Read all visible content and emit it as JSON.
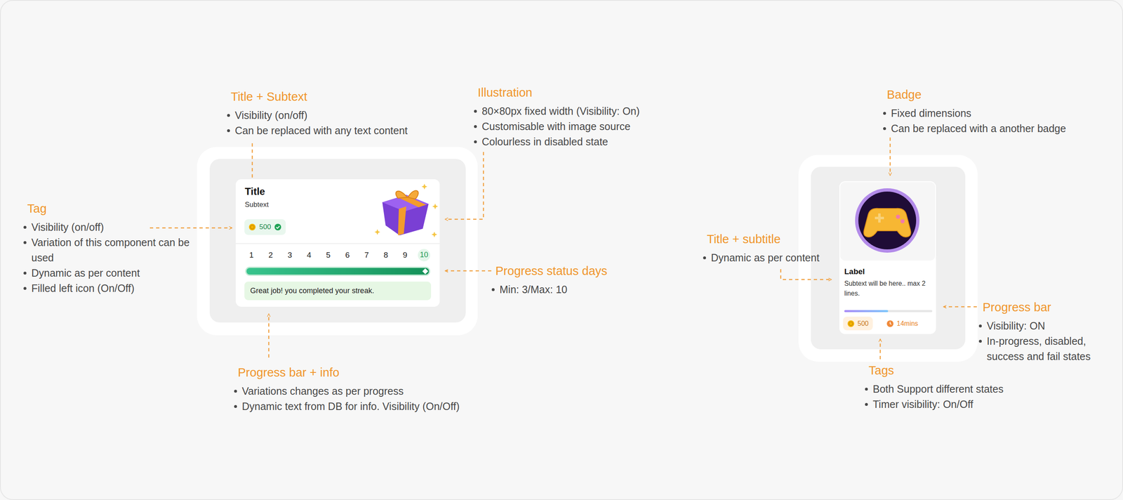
{
  "diagram": {
    "nodes": [
      {
        "text": [
          "Title",
          "Subtext"
        ]
      },
      {
        "text": [
          "500"
        ],
        "in": 0
      },
      {
        "text": [
          "10"
        ],
        "in": 0
      },
      {
        "text": [
          "Great job! you completed your streak."
        ],
        "in": 0
      },
      {
        "text": [
          "Label",
          "Subtext will be here.. max 2 lines."
        ]
      },
      {
        "text": [
          "500"
        ],
        "in": 4
      },
      {
        "text": [
          "14mins"
        ],
        "in": 4
      }
    ],
    "labels": [
      "Title + Subtext",
      "Visibility (on/off)",
      "Can be replaced with any text content",
      "Illustration",
      "80×80px fixed width (Visibility: On)",
      "Customisable with image source",
      "Colourless in disabled state",
      "Badge",
      "Fixed dimensions",
      "Can be replaced with a another badge",
      "Tag",
      "Visibility (on/off)",
      "Variation of this component can be used",
      "Dynamic as per content",
      "Filled left icon (On/Off)",
      "Progress status days",
      "Min: 3/Max: 10",
      "Title + subtitle",
      "Dynamic as per content",
      "Progress bar + info",
      "Variations changes as per progress",
      "Dynamic text from DB for info. Visibility (On/Off)",
      "Progress bar",
      "Visibility: ON",
      "In-progress, disabled, success and fail states",
      "Tags",
      "Both Support different states",
      "Timer visibility: On/Off",
      "1",
      "2",
      "3",
      "4",
      "5",
      "6",
      "7",
      "8",
      "9"
    ]
  }
}
